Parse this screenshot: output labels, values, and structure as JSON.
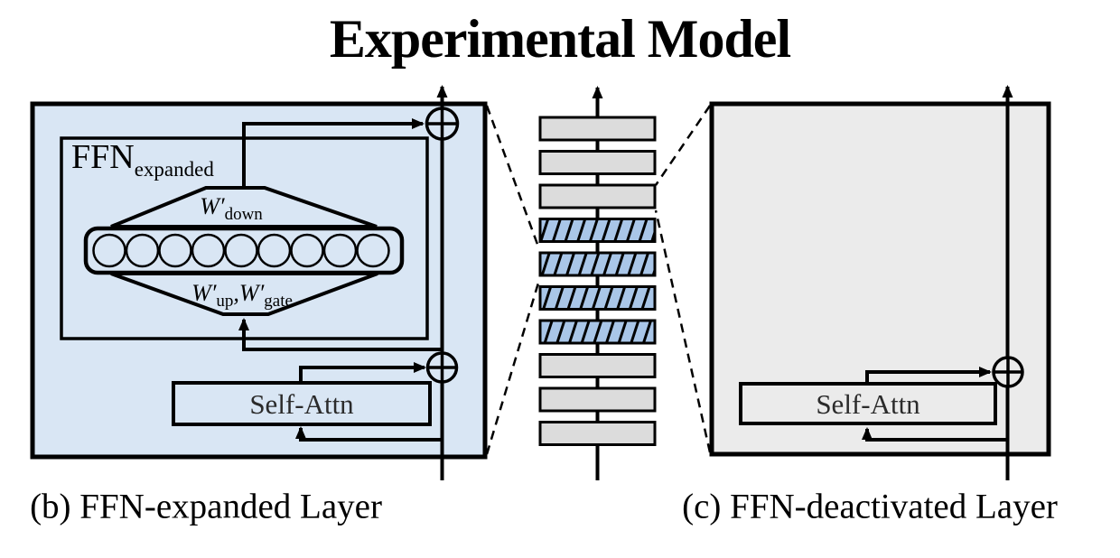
{
  "title": "Experimental Model",
  "captions": {
    "left": "(b) FFN-expanded Layer",
    "right": "(c) FFN-deactivated Layer"
  },
  "left_panel": {
    "ffn_label": {
      "base": "FFN",
      "sub": "expanded"
    },
    "w_down_label": {
      "base": "W′",
      "sub": "down"
    },
    "w_up_gate_label": {
      "base1": "W′",
      "sub1": "up",
      "sep": ",",
      "base2": "W′",
      "sub2": "gate"
    },
    "self_attn_label": "Self-Attn",
    "neuron_count": 9
  },
  "right_panel": {
    "self_attn_label": "Self-Attn"
  },
  "stack": {
    "layers": [
      "normal",
      "normal",
      "normal",
      "deactivated",
      "deactivated",
      "deactivated",
      "deactivated",
      "normal",
      "normal",
      "normal"
    ]
  },
  "icons": {
    "add_operator": "circled-plus",
    "flow_arrow": "up-arrow"
  },
  "colors": {
    "panel_blue": "#d9e6f4",
    "hatch_blue": "#a9c6e8",
    "layer_gray": "#dcdcdc",
    "panel_gray": "#ebebeb",
    "line": "#000000",
    "self_attn_text": "#2b2b2b"
  }
}
